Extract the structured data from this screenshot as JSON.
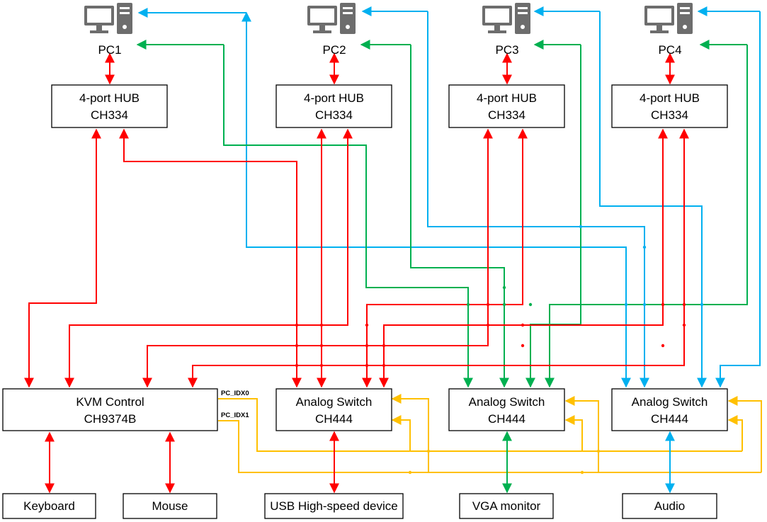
{
  "colors": {
    "usb": "#ff0000",
    "vga": "#00b050",
    "audio": "#00b0f0",
    "select": "#ffc000",
    "box_border": "#000000"
  },
  "pcs": [
    {
      "label": "PC1",
      "icon": "desktop-computer-icon"
    },
    {
      "label": "PC2",
      "icon": "desktop-computer-icon"
    },
    {
      "label": "PC3",
      "icon": "desktop-computer-icon"
    },
    {
      "label": "PC4",
      "icon": "desktop-computer-icon"
    }
  ],
  "hubs": [
    {
      "line1": "4-port HUB",
      "line2": "CH334"
    },
    {
      "line1": "4-port HUB",
      "line2": "CH334"
    },
    {
      "line1": "4-port HUB",
      "line2": "CH334"
    },
    {
      "line1": "4-port HUB",
      "line2": "CH334"
    }
  ],
  "kvm": {
    "line1": "KVM Control",
    "line2": "CH9374B"
  },
  "switches": [
    {
      "line1": "Analog Switch",
      "line2": "CH444"
    },
    {
      "line1": "Analog Switch",
      "line2": "CH444"
    },
    {
      "line1": "Analog Switch",
      "line2": "CH444"
    }
  ],
  "signals": {
    "idx0": "PC_IDX0",
    "idx1": "PC_IDX1"
  },
  "devices": {
    "keyboard": "Keyboard",
    "mouse": "Mouse",
    "usb": "USB High-speed device",
    "vga": "VGA monitor",
    "audio": "Audio"
  }
}
